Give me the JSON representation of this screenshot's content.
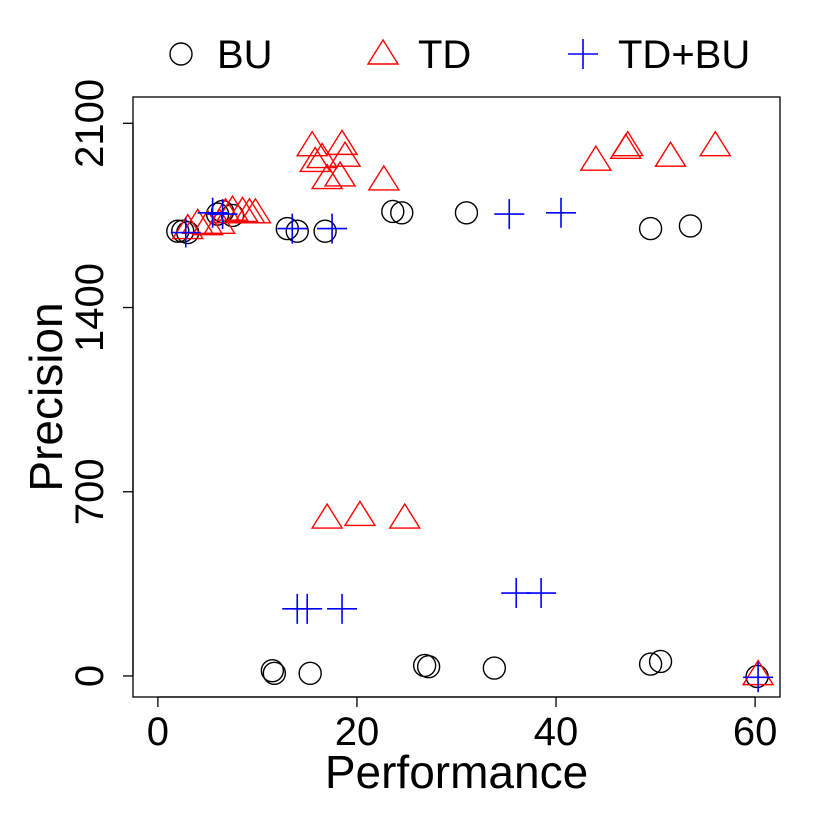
{
  "chart_data": {
    "type": "scatter",
    "title": "",
    "xlabel": "Performance",
    "ylabel": "Precision",
    "xlim": [
      -2.5,
      62.5
    ],
    "ylim": [
      -80,
      2200
    ],
    "x_ticks": [
      0,
      20,
      40,
      60
    ],
    "y_ticks": [
      0,
      700,
      1400,
      2100
    ],
    "grid": false,
    "legend_position": "top",
    "series": [
      {
        "name": "BU",
        "marker": "circle",
        "color": "#000000",
        "points": [
          [
            2.0,
            1690
          ],
          [
            2.5,
            1690
          ],
          [
            3.0,
            1685
          ],
          [
            6.0,
            1755
          ],
          [
            6.5,
            1765
          ],
          [
            7.5,
            1750
          ],
          [
            13.0,
            1700
          ],
          [
            14.0,
            1690
          ],
          [
            16.8,
            1690
          ],
          [
            23.6,
            1765
          ],
          [
            24.5,
            1760
          ],
          [
            31.0,
            1760
          ],
          [
            49.5,
            1700
          ],
          [
            53.5,
            1710
          ],
          [
            11.5,
            20
          ],
          [
            11.7,
            10
          ],
          [
            15.3,
            10
          ],
          [
            26.8,
            40
          ],
          [
            27.2,
            35
          ],
          [
            33.8,
            30
          ],
          [
            49.5,
            45
          ],
          [
            50.5,
            55
          ],
          [
            60.2,
            -2
          ]
        ]
      },
      {
        "name": "TD",
        "marker": "triangle",
        "color": "#ff0000",
        "points": [
          [
            3.0,
            1700
          ],
          [
            4.0,
            1720
          ],
          [
            5.0,
            1715
          ],
          [
            6.2,
            1720
          ],
          [
            6.8,
            1760
          ],
          [
            7.5,
            1770
          ],
          [
            8.5,
            1765
          ],
          [
            9.2,
            1760
          ],
          [
            9.8,
            1760
          ],
          [
            15.5,
            2015
          ],
          [
            15.8,
            1955
          ],
          [
            16.5,
            1970
          ],
          [
            17.0,
            1890
          ],
          [
            18.3,
            1900
          ],
          [
            18.5,
            2020
          ],
          [
            18.8,
            1975
          ],
          [
            22.7,
            1885
          ],
          [
            44.0,
            1960
          ],
          [
            47.0,
            2005
          ],
          [
            47.2,
            2015
          ],
          [
            51.5,
            1975
          ],
          [
            56.0,
            2015
          ],
          [
            17.0,
            600
          ],
          [
            20.3,
            610
          ],
          [
            24.8,
            600
          ],
          [
            60.3,
            5
          ]
        ]
      },
      {
        "name": "TD+BU",
        "marker": "plus",
        "color": "#0000ff",
        "points": [
          [
            2.8,
            1685
          ],
          [
            5.5,
            1760
          ],
          [
            6.5,
            1755
          ],
          [
            13.5,
            1700
          ],
          [
            17.5,
            1700
          ],
          [
            35.3,
            1755
          ],
          [
            40.5,
            1760
          ],
          [
            14.0,
            255
          ],
          [
            15.0,
            255
          ],
          [
            18.5,
            255
          ],
          [
            36.0,
            315
          ],
          [
            38.5,
            315
          ],
          [
            60.3,
            -5
          ]
        ]
      }
    ]
  }
}
